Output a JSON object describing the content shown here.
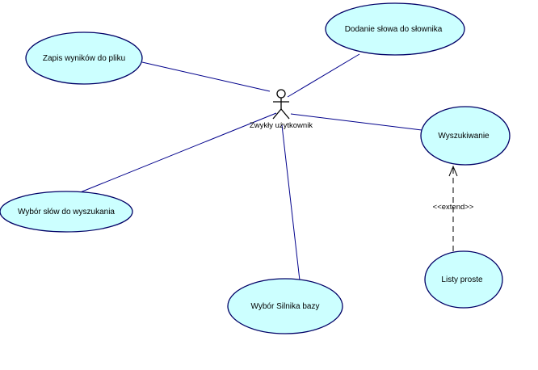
{
  "diagram": {
    "actor": {
      "name": "Zwykły użytkownik"
    },
    "use_cases": {
      "save_results": "Zapis wyników do pliku",
      "add_word": "Dodanie słowa do słownika",
      "search": "Wyszukiwanie",
      "select_words": "Wybór słów do wyszukania",
      "select_engine": "Wybór Silnika bazy",
      "simple_lists": "Listy proste"
    },
    "extend": {
      "label": "<<extend>>"
    }
  },
  "colors": {
    "use_case_fill": "#ccffff",
    "use_case_border": "#000066",
    "association_line": "#00008b"
  }
}
